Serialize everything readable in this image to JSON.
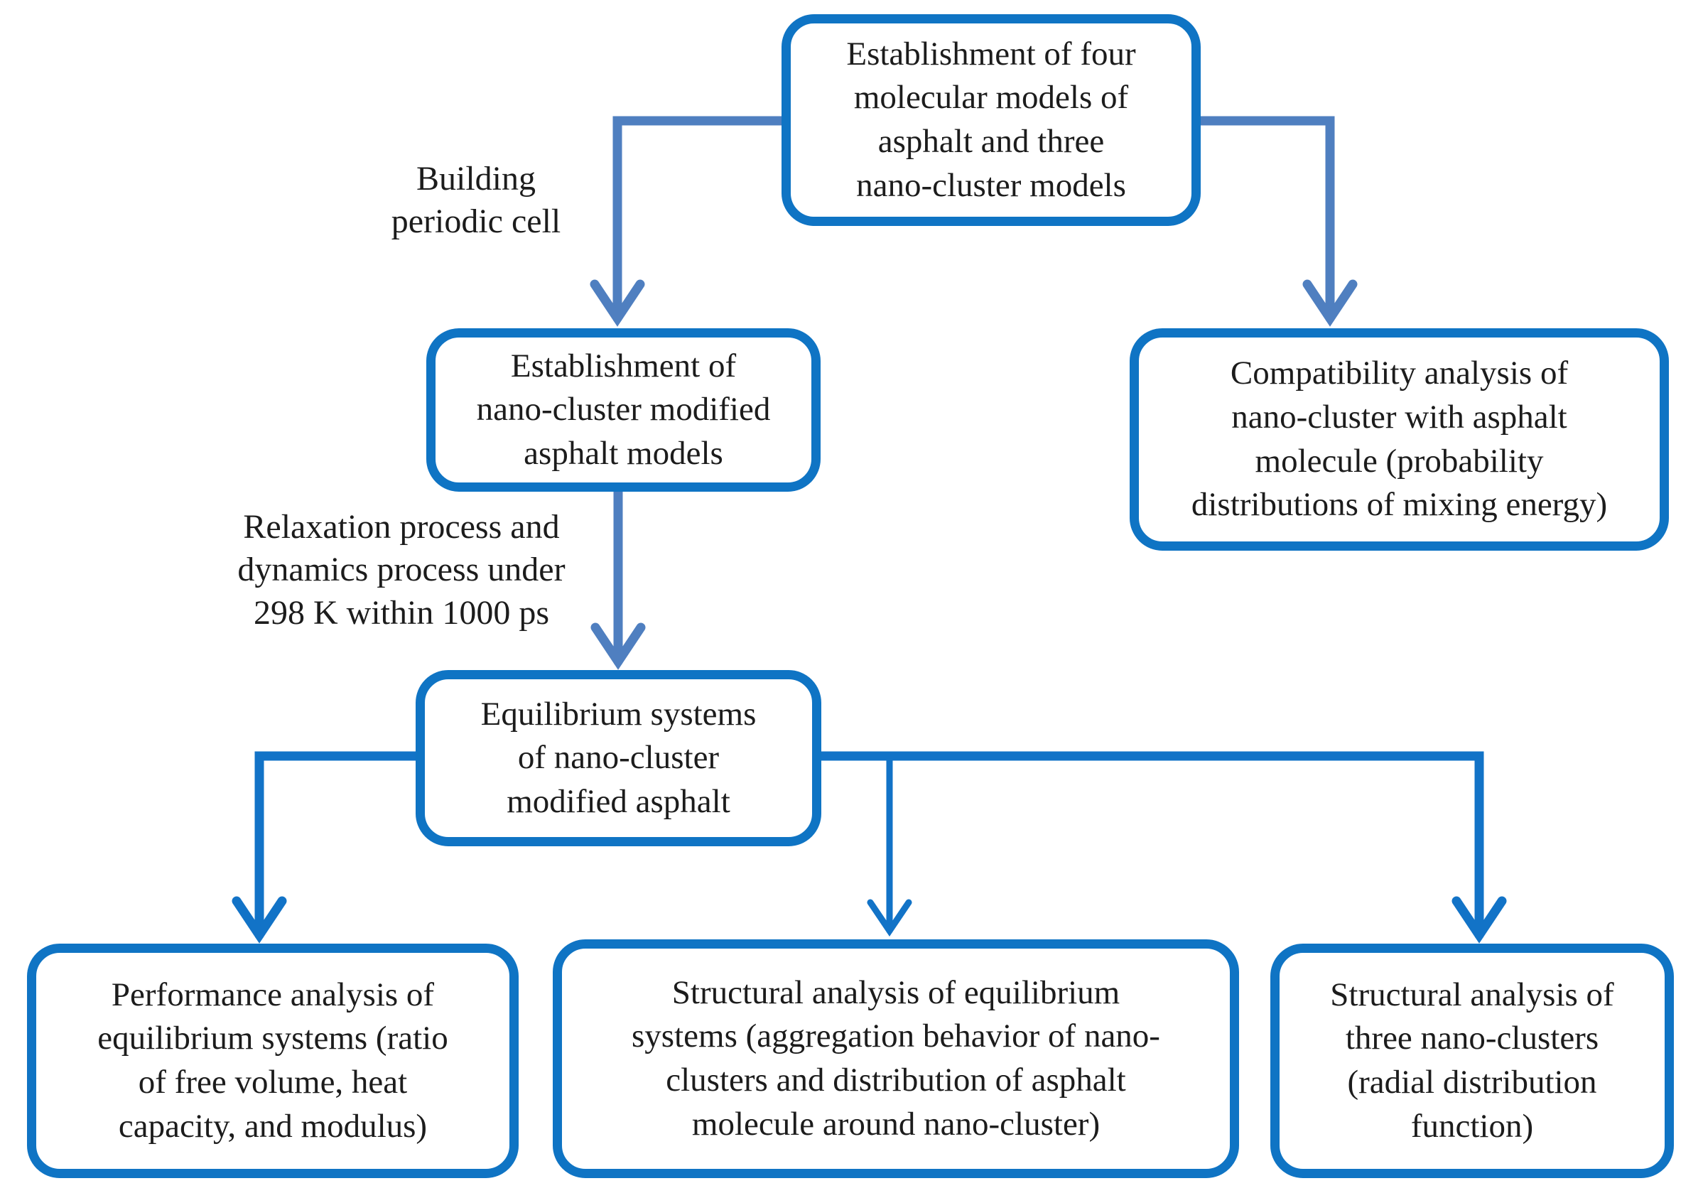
{
  "colors": {
    "box_border": "#0f74c4",
    "connector_top": "#4f7fc0",
    "connector_bottom": "#1273c7",
    "text": "#1c1c1c",
    "background": "#ffffff"
  },
  "boxes": {
    "top": {
      "lines": [
        "Establishment of four",
        "molecular models of",
        "asphalt and three",
        "nano-cluster models"
      ]
    },
    "est_nano": {
      "lines": [
        "Establishment of",
        "nano-cluster modified",
        "asphalt models"
      ]
    },
    "compat": {
      "lines": [
        "Compatibility analysis of",
        "nano-cluster with asphalt",
        "molecule (probability",
        "distributions of mixing energy)"
      ]
    },
    "equil": {
      "lines": [
        "Equilibrium systems",
        "of nano-cluster",
        "modified asphalt"
      ]
    },
    "perf": {
      "lines": [
        "Performance analysis of",
        "equilibrium systems (ratio",
        "of free volume, heat",
        "capacity, and modulus)"
      ]
    },
    "struct_eq": {
      "lines": [
        "Structural analysis of equilibrium",
        "systems (aggregation behavior of nano-",
        "clusters and distribution of asphalt",
        "molecule around nano-cluster)"
      ]
    },
    "struct_nano": {
      "lines": [
        "Structural analysis of",
        "three nano-clusters",
        "(radial distribution",
        "function)"
      ]
    }
  },
  "labels": {
    "building": {
      "lines": [
        "Building",
        "periodic cell"
      ]
    },
    "relax": {
      "lines": [
        "Relaxation process and",
        "dynamics process under",
        "298 K within 1000 ps"
      ]
    }
  }
}
